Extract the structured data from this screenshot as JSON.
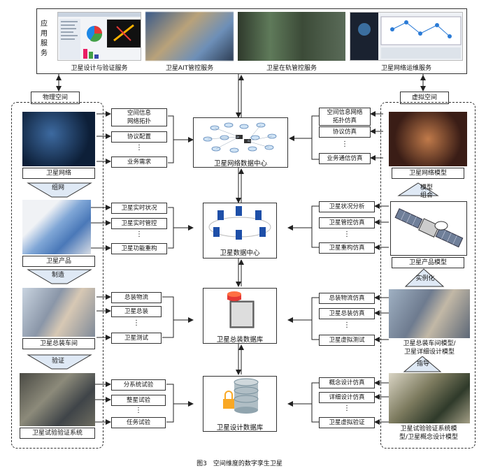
{
  "app_services": {
    "title": "应用服务",
    "items": [
      {
        "label": "卫星设计与验证服务"
      },
      {
        "label": "卫星AIT管控服务"
      },
      {
        "label": "卫星在轨管控服务"
      },
      {
        "label": "卫星网络运维服务"
      }
    ]
  },
  "physical_space": {
    "label": "物理空间"
  },
  "virtual_space": {
    "label": "虚拟空间"
  },
  "left_column": {
    "network": {
      "caption": "卫星网络",
      "items": [
        "空间信息\n网络拓扑",
        "协议配置",
        "⋮",
        "业务需求"
      ]
    },
    "link1": "组网",
    "product": {
      "caption": "卫星产品",
      "items": [
        "卫星实时状况",
        "卫星实时管控",
        "⋮",
        "卫星功能重构"
      ]
    },
    "link2": "制造",
    "workshop": {
      "caption": "卫星总装车间",
      "items": [
        "总装物流",
        "卫星总装",
        "⋮",
        "卫星测试"
      ]
    },
    "link3": "验证",
    "test_system": {
      "caption": "卫星试验验证系统",
      "items": [
        "分系统试验",
        "整星试验",
        "⋮",
        "任务试验"
      ]
    }
  },
  "center_column": {
    "db1": "卫星网络数据中心",
    "db2": "卫星数据中心",
    "db3": "卫星总装数据库",
    "db4": "卫星设计数据库"
  },
  "right_column": {
    "network_model": {
      "caption": "卫星网络模型",
      "items": [
        "空间信息网络\n拓扑仿真",
        "协议仿真",
        "⋮",
        "业务通信仿真"
      ]
    },
    "link1": "模型\n组合",
    "product_model": {
      "caption": "卫星产品模型",
      "items": [
        "卫星状况分析",
        "卫星管控仿真",
        "⋮",
        "卫星重构仿真"
      ]
    },
    "link2": "实例化",
    "workshop_model": {
      "caption": "卫星总装车间模型/\n卫星详细设计模型",
      "items": [
        "总装物流仿真",
        "卫星总装仿真",
        "⋮",
        "卫星虚拟测试"
      ]
    },
    "link3": "指导",
    "test_model": {
      "caption": "卫星试验验证系统模\n型/卫星概念设计模型",
      "items": [
        "概念设计仿真",
        "详细设计仿真",
        "⋮",
        "卫星虚拟验证"
      ]
    }
  },
  "figure_caption": "图3　空间维度的数字孪生卫星"
}
